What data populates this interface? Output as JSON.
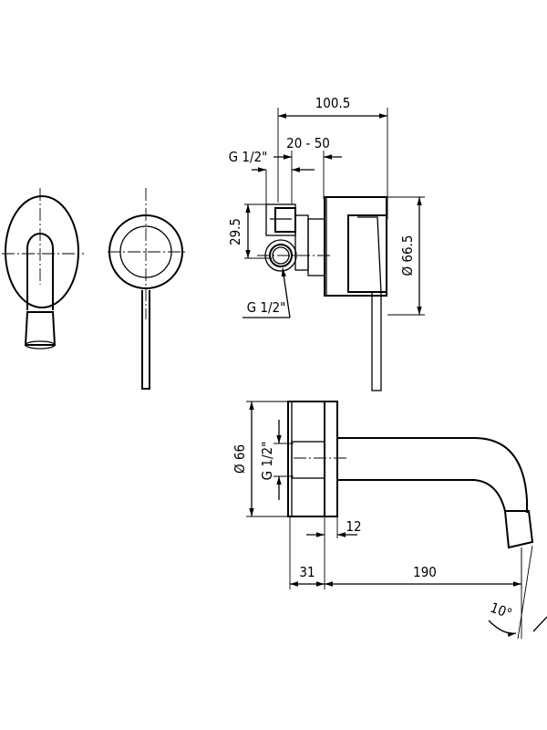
{
  "dimensions": {
    "overall_depth": "100.5",
    "wall_depth_range": "20 - 50",
    "inlet_thread_top": "G 1/2\"",
    "inlet_thread_bottom": "G 1/2\"",
    "inlet_offset": "29.5",
    "plate_diameter": "Ø 66.5",
    "spout_plate_diameter": "Ø 66",
    "spout_thread": "G 1/2\"",
    "spout_plate_thickness": "12",
    "spout_offset": "31",
    "spout_projection": "190",
    "spout_angle": "10°"
  }
}
